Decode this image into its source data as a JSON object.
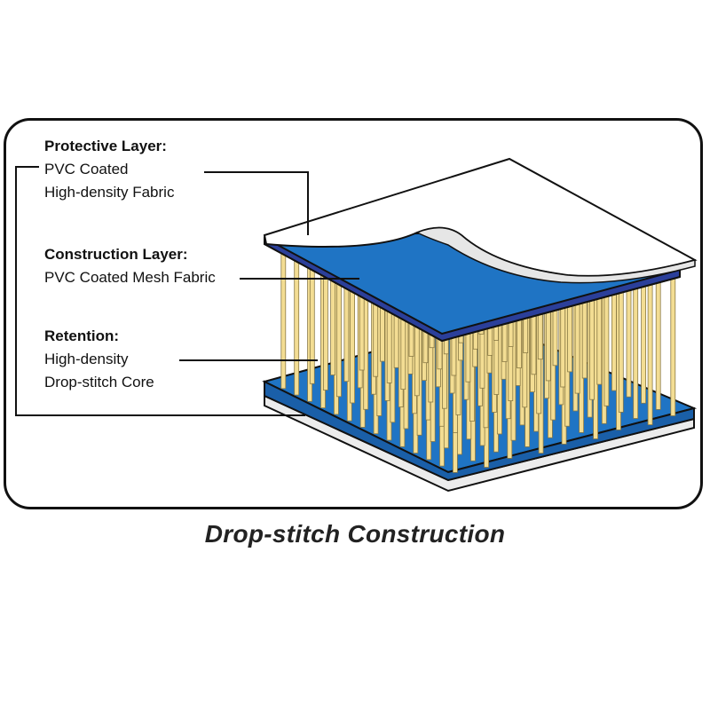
{
  "layers": [
    {
      "heading": "Protective Layer:",
      "lines": [
        "PVC Coated",
        "High-density Fabric"
      ]
    },
    {
      "heading": "Construction Layer:",
      "lines": [
        "PVC Coated Mesh Fabric"
      ]
    },
    {
      "heading": "Retention:",
      "lines": [
        "High-density",
        "Drop-stitch Core"
      ]
    }
  ],
  "caption": "Drop-stitch Construction",
  "colors": {
    "fabric_blue": "#1f74c4",
    "fabric_blue_dark": "#2b3f9a",
    "coating_white": "#ffffff",
    "thread_yellow": "#f3dd93",
    "outline": "#111111"
  }
}
